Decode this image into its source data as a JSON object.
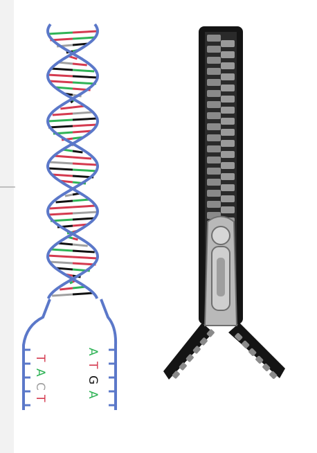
{
  "diagram": {
    "left_strand_letters": [
      "T",
      "A",
      "C",
      "T"
    ],
    "right_strand_letters": [
      "A",
      "T",
      "G",
      "A"
    ],
    "colors": {
      "background": "#f2f2f2",
      "panel": "#ffffff",
      "backbone": "#5b78c9",
      "base_T": "#d43a4f",
      "base_A": "#2fb356",
      "base_C": "#a0a0a0",
      "base_G": "#111111",
      "zipper_dark": "#141414",
      "zipper_teeth": "#8a8a8a",
      "slider": "#b9b9b9"
    },
    "icons": [
      "dna-double-helix-icon",
      "zipper-icon"
    ]
  }
}
